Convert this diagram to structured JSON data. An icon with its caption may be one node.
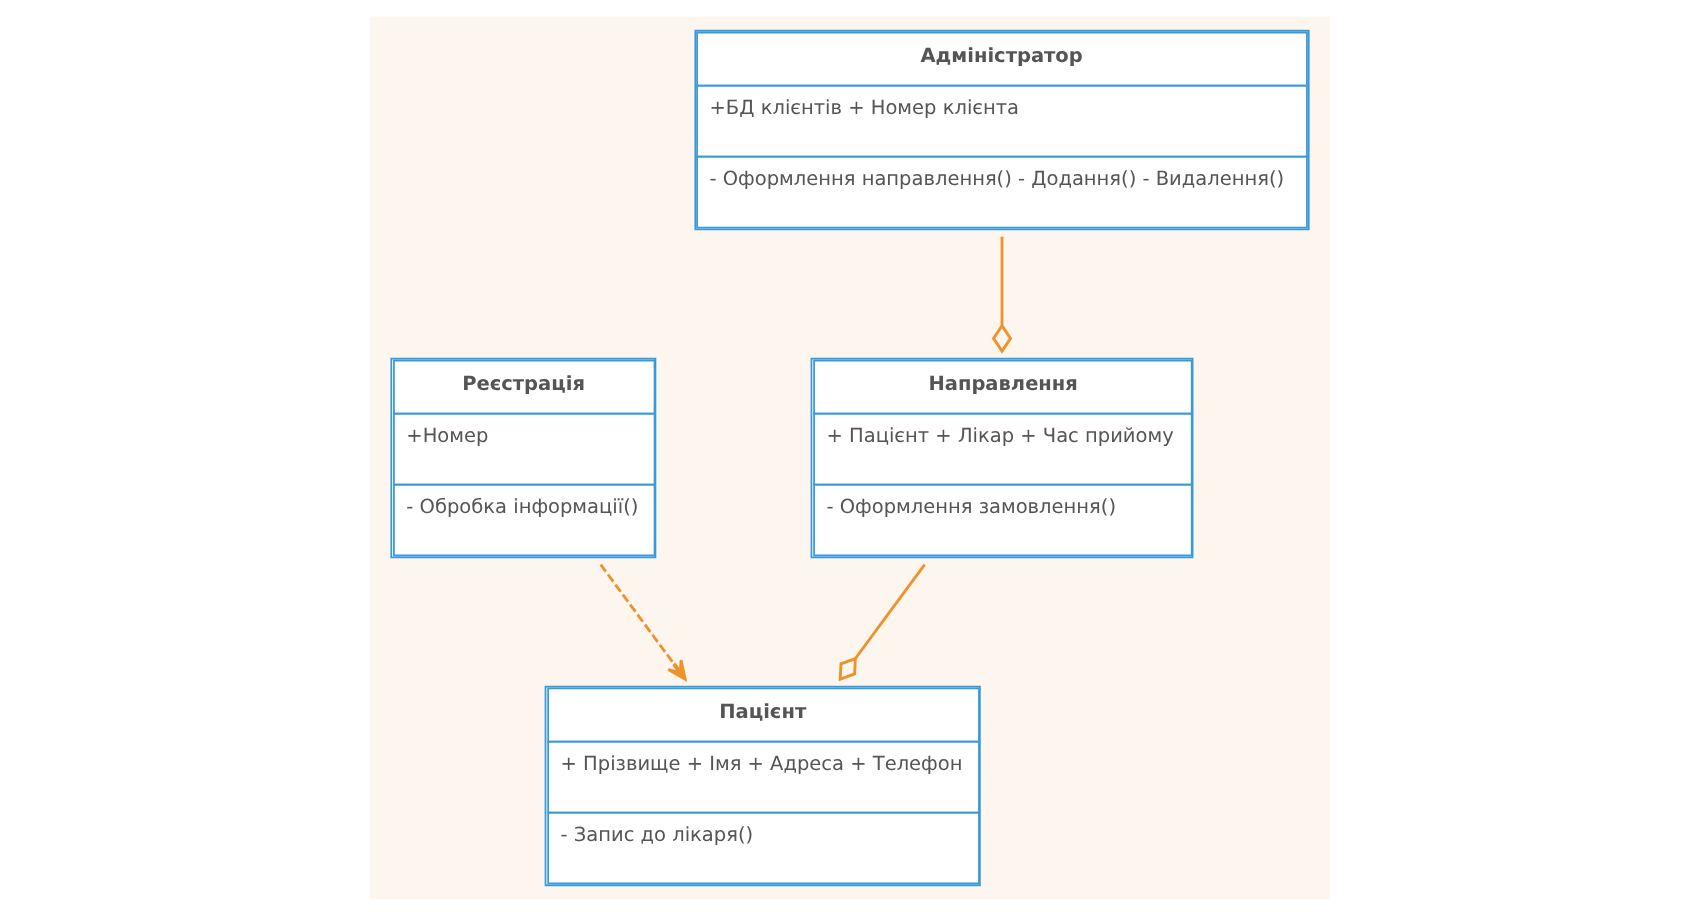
{
  "diagram": {
    "nodes": [
      {
        "text": [
          "Реєстрація",
          "+Номер",
          "- Обробка інформації()"
        ]
      },
      {
        "text": [
          "Пацієнт",
          "+ Прізвище + Імя + Адреса + Телефон",
          "- Запис до лікаря()"
        ]
      },
      {
        "text": [
          "Направлення",
          "+ Пацієнт + Лікар + Час прийому",
          "- Оформлення замовлення()"
        ]
      },
      {
        "text": [
          "Адміністратор",
          "+БД клієнтів + Номер клієнта",
          "- Оформлення направлення() - Додання() - Видалення()"
        ]
      }
    ],
    "edges": [
      {
        "from": 0,
        "to": 1,
        "arrow": "to",
        "style": "dashed"
      },
      {
        "from": 2,
        "to": 1,
        "arrow": "other"
      },
      {
        "from": 3,
        "to": 2,
        "arrow": "other"
      }
    ]
  }
}
